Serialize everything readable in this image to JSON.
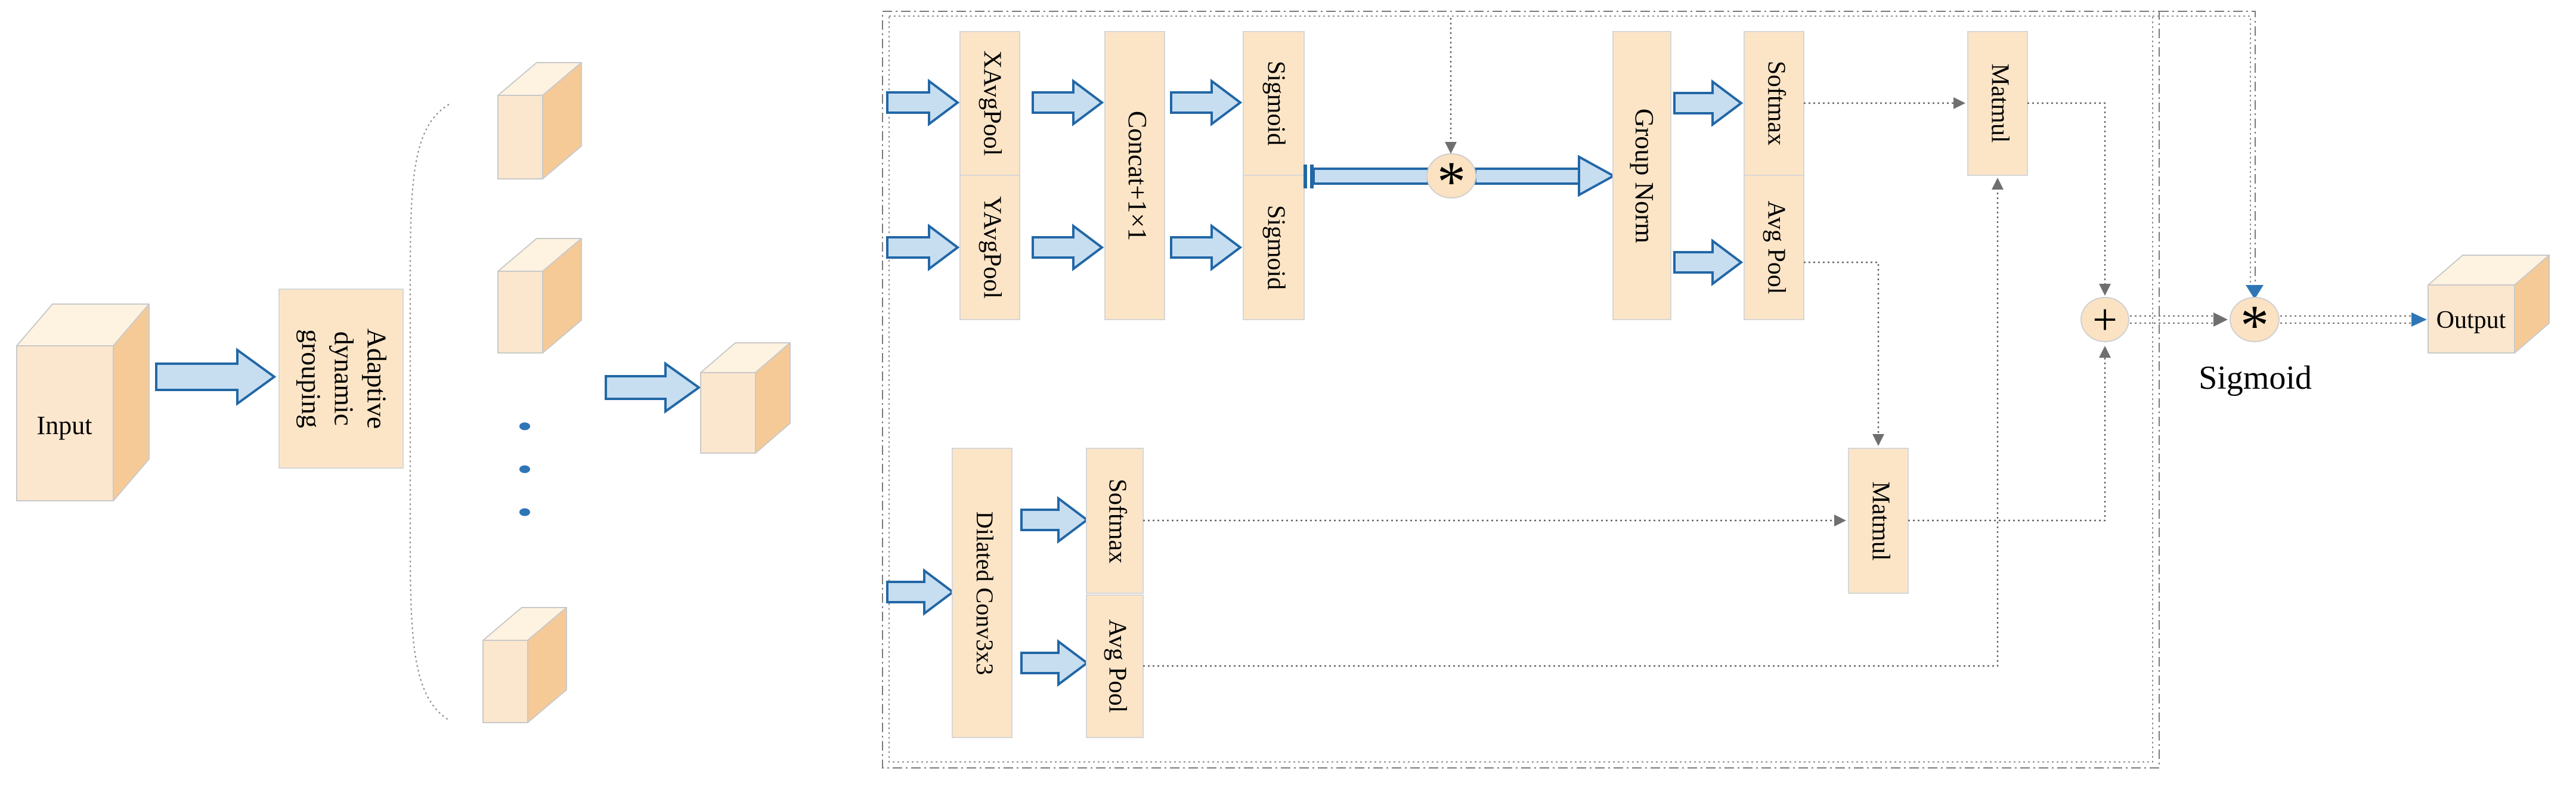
{
  "figure": {
    "type": "neural-network architecture diagram",
    "background": "#ffffff"
  },
  "nodes": {
    "input": "Input",
    "adaptive_grouping": [
      "Adaptive",
      "dynamic",
      "grouping"
    ],
    "xavgpool": "XAvgPool",
    "yavgpool": "YAvgPool",
    "concat": "Concat+1×1",
    "sigmoid_top": "Sigmoid",
    "sigmoid_bottom": "Sigmoid",
    "group_norm": "Group Norm",
    "softmax_top": "Softmax",
    "avg_pool_top": "Avg Pool",
    "matmul_top": "Matmul",
    "dilated_conv": "Dilated Conv3x3",
    "softmax_bottom": "Softmax",
    "avg_pool_bottom": "Avg Pool",
    "matmul_bottom": "Matmul",
    "output": "Output"
  },
  "symbols": {
    "multiply_inner": "*",
    "add": "+",
    "multiply_out": "*",
    "sigmoid_label": "Sigmoid"
  },
  "colors": {
    "op_box_fill": "#FCE5C7",
    "cube_front": "#FBE7CE",
    "cube_top": "#FEF2E0",
    "cube_side": "#F6CA96",
    "arrow_fill": "#C7DEF1",
    "arrow_stroke": "#2267A6",
    "dotted_line": "#666666",
    "blue_accent": "#2E75B6",
    "border_dash": "#7a7a7a"
  },
  "edges": [
    {
      "from": "Input",
      "to": "Adaptive dynamic grouping"
    },
    {
      "from": "Adaptive dynamic grouping",
      "to": "grouped feature cubes"
    },
    {
      "from": "grouped feature cubes",
      "to": "selected group cube"
    },
    {
      "from": "selected group",
      "to": "XAvgPool"
    },
    {
      "from": "selected group",
      "to": "YAvgPool"
    },
    {
      "from": "selected group",
      "to": "Dilated Conv3x3"
    },
    {
      "from": "XAvgPool",
      "to": "Concat+1×1"
    },
    {
      "from": "YAvgPool",
      "to": "Concat+1×1"
    },
    {
      "from": "Concat+1×1",
      "to": "Sigmoid (top)"
    },
    {
      "from": "Concat+1×1",
      "to": "Sigmoid (bottom)"
    },
    {
      "from": "Sigmoid pair",
      "to": "* (re-weight)"
    },
    {
      "from": "residual input",
      "to": "* (re-weight)"
    },
    {
      "from": "* (re-weight)",
      "to": "Group Norm"
    },
    {
      "from": "Group Norm",
      "to": "Softmax (top)"
    },
    {
      "from": "Group Norm",
      "to": "Avg Pool (top)"
    },
    {
      "from": "Softmax (top)",
      "to": "Matmul (top)"
    },
    {
      "from": "Avg Pool (bottom)",
      "to": "Matmul (top)"
    },
    {
      "from": "Dilated Conv3x3",
      "to": "Softmax (bottom)"
    },
    {
      "from": "Dilated Conv3x3",
      "to": "Avg Pool (bottom)"
    },
    {
      "from": "Softmax (bottom)",
      "to": "Matmul (bottom)"
    },
    {
      "from": "Avg Pool (top)",
      "to": "Matmul (bottom)"
    },
    {
      "from": "Matmul (top)",
      "to": "+"
    },
    {
      "from": "Matmul (bottom)",
      "to": "+"
    },
    {
      "from": "+",
      "to": "* (Sigmoid)"
    },
    {
      "from": "residual input",
      "to": "* (Sigmoid)"
    },
    {
      "from": "* (Sigmoid)",
      "to": "Output"
    }
  ]
}
